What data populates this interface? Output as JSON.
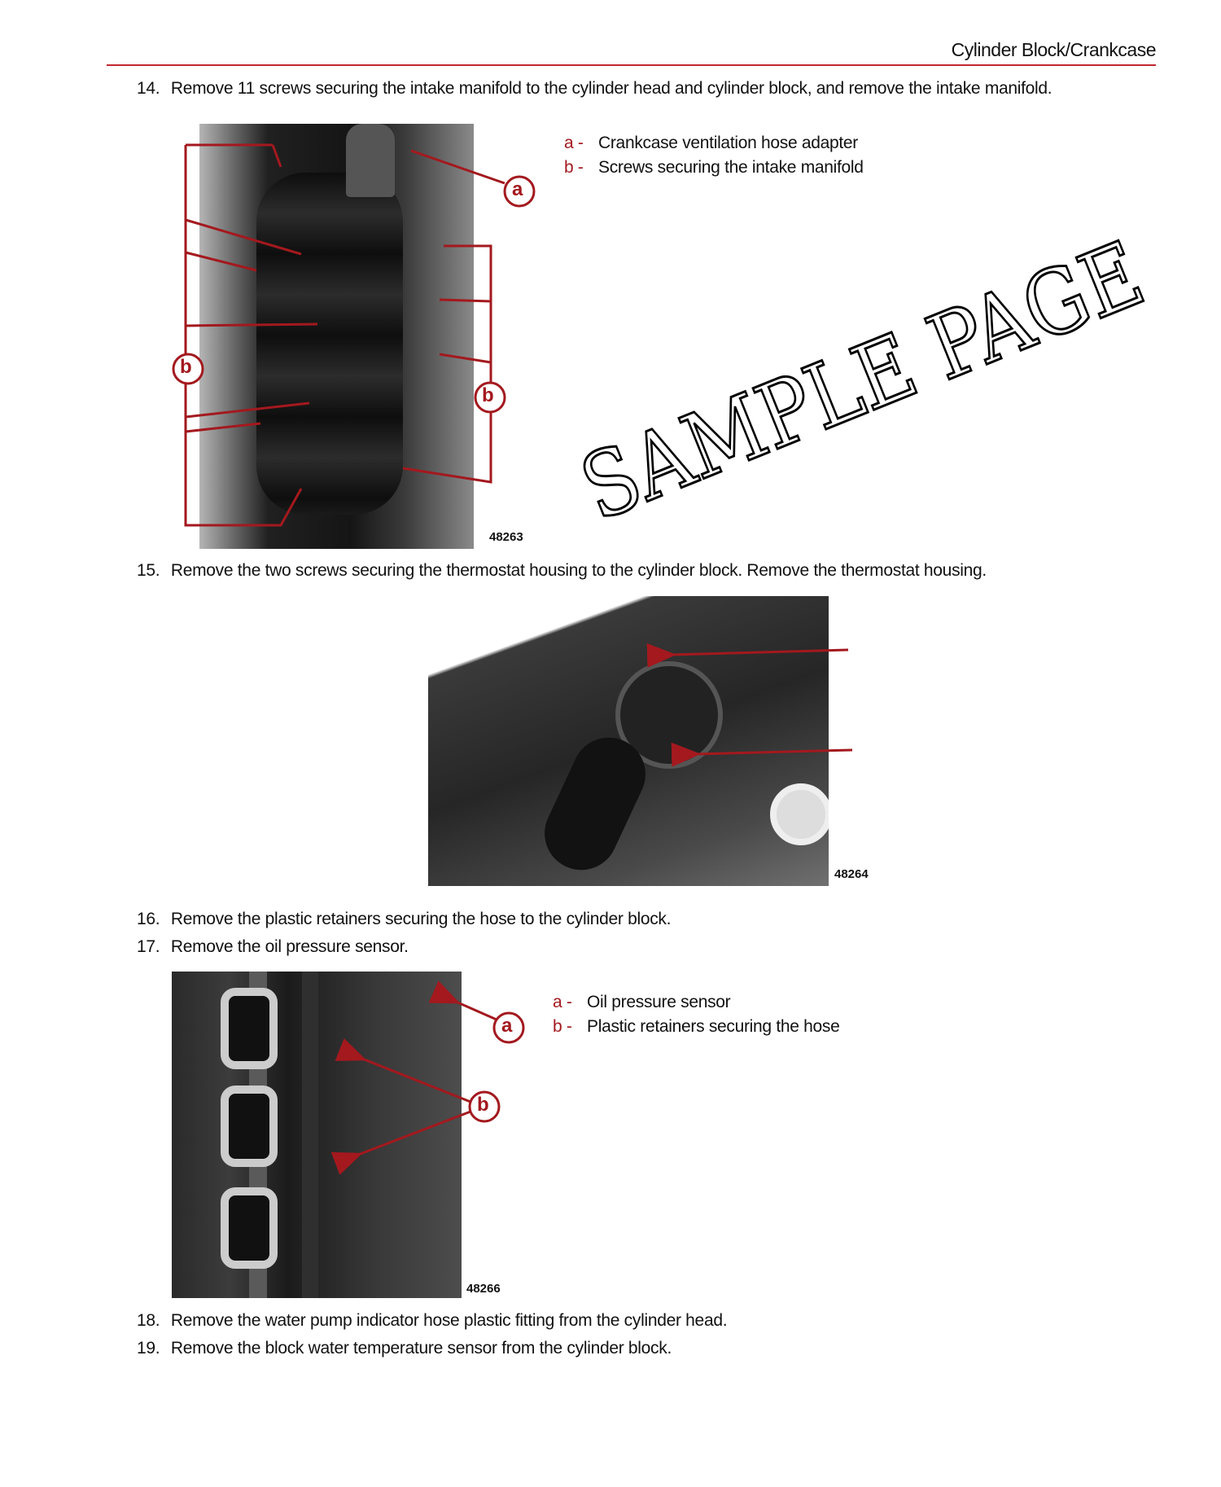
{
  "header": {
    "section_title": "Cylinder Block/Crankcase"
  },
  "steps": [
    {
      "num": "14.",
      "text": "Remove 11 screws securing the intake manifold to the cylinder head and cylinder block, and remove the intake manifold."
    },
    {
      "num": "15.",
      "text": "Remove the two screws securing the thermostat housing to the cylinder block. Remove the thermostat housing."
    },
    {
      "num": "16.",
      "text": "Remove the plastic retainers securing the hose to the cylinder block."
    },
    {
      "num": "17.",
      "text": "Remove the oil pressure sensor."
    },
    {
      "num": "18.",
      "text": "Remove the water pump indicator hose plastic fitting from the cylinder head."
    },
    {
      "num": "19.",
      "text": "Remove the block water temperature sensor from the cylinder block."
    }
  ],
  "figures": [
    {
      "id": "48263",
      "legend": [
        {
          "key": "a -",
          "text": "Crankcase ventilation hose adapter"
        },
        {
          "key": "b -",
          "text": "Screws securing the intake manifold"
        }
      ],
      "callouts": [
        "a",
        "b",
        "b"
      ]
    },
    {
      "id": "48264"
    },
    {
      "id": "48266",
      "legend": [
        {
          "key": "a -",
          "text": "Oil pressure sensor"
        },
        {
          "key": "b -",
          "text": "Plastic retainers securing the hose"
        }
      ],
      "callouts": [
        "a",
        "b"
      ]
    }
  ],
  "watermark": "SAMPLE PAGE",
  "colors": {
    "accent": "#a3191e",
    "rule": "#c0282d"
  }
}
